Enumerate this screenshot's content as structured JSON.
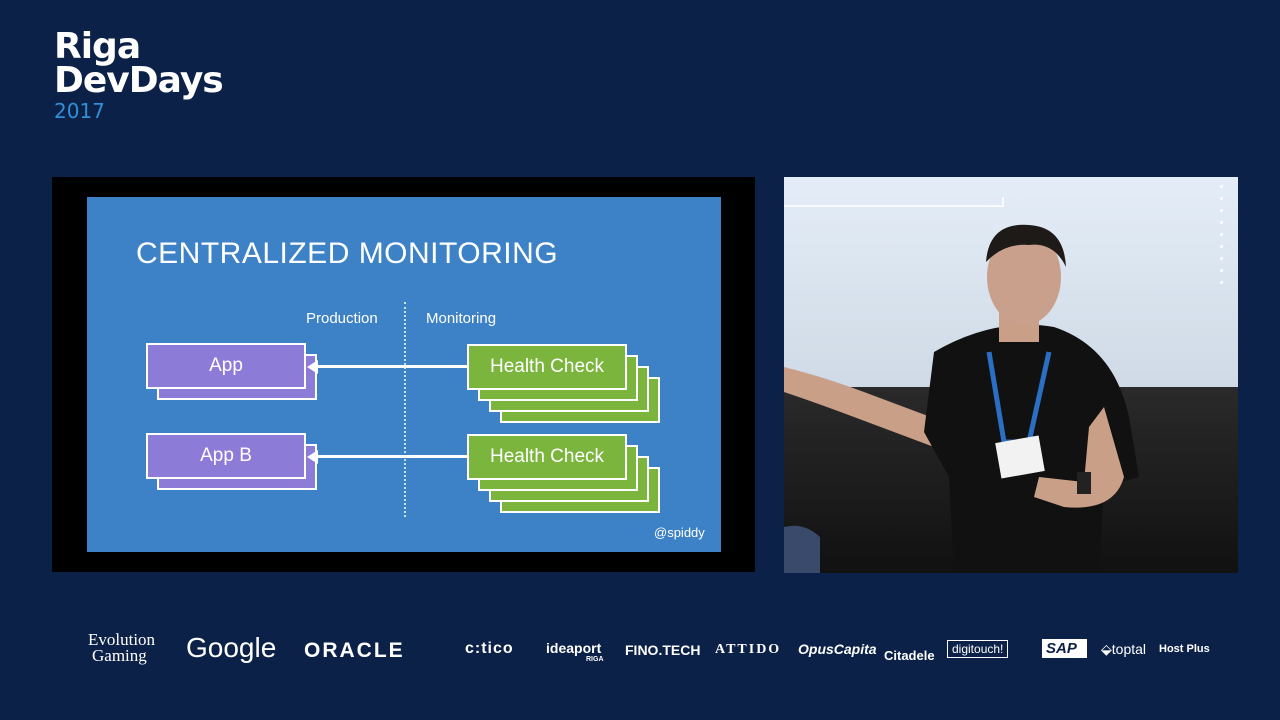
{
  "event": {
    "line1": "Riga",
    "line2": "DevDays",
    "year": "2017"
  },
  "slide": {
    "title": "CENTRALIZED MONITORING",
    "col_production": "Production",
    "col_monitoring": "Monitoring",
    "app_a": "App",
    "app_b": "App B",
    "health_check_1": "Health Check",
    "health_check_2": "Health Check",
    "handle": "@spiddy"
  },
  "sponsors": {
    "evolution_1": "Evolution",
    "evolution_2": "Gaming",
    "google": "Google",
    "oracle": "ORACLE",
    "citico": "c:tico",
    "ideaport": "ideaport",
    "ideaport_sub": "RIGA",
    "finotech": "FINO.TECH",
    "attido": "ATTIDO",
    "opuscapita": "OpusCapita",
    "citadele": "Citadele",
    "digitouch": "digitouch!",
    "sap": "SAP",
    "toptal": "toptal",
    "hostplus": "Host Plus"
  },
  "colors": {
    "background": "#0c2148",
    "slide_blue": "#3d82c6",
    "app_purple": "#8d7bd8",
    "health_green": "#7bb53d",
    "year_blue": "#2f8fd8"
  }
}
